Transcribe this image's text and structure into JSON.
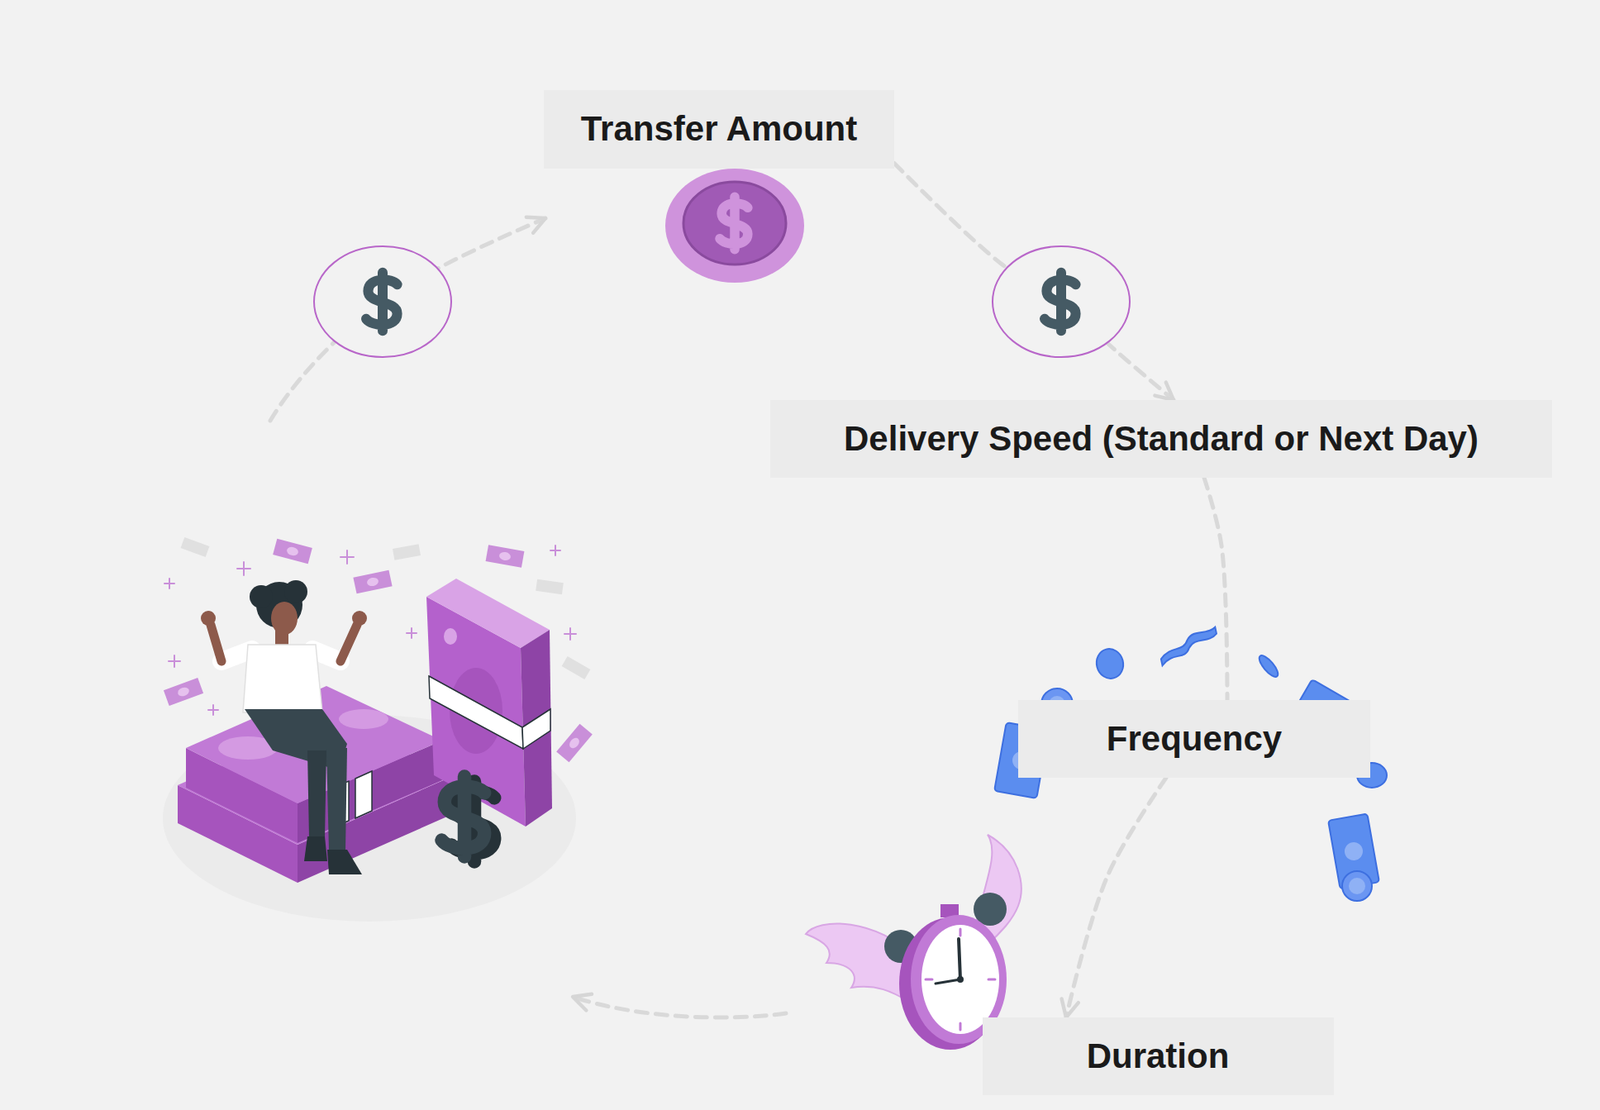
{
  "diagram": {
    "nodes": [
      {
        "text": [
          "Transfer Amount"
        ]
      },
      {
        "text": [
          "Delivery Speed (Standard or Next Day)"
        ]
      },
      {
        "text": [
          "Frequency"
        ]
      },
      {
        "text": [
          "Duration"
        ]
      }
    ],
    "edges": [
      {
        "from": 0,
        "to": 1,
        "arrow": "to"
      },
      {
        "from": 1,
        "to": 2,
        "arrow": "none"
      },
      {
        "from": 2,
        "to": 3,
        "arrow": "to"
      }
    ]
  }
}
